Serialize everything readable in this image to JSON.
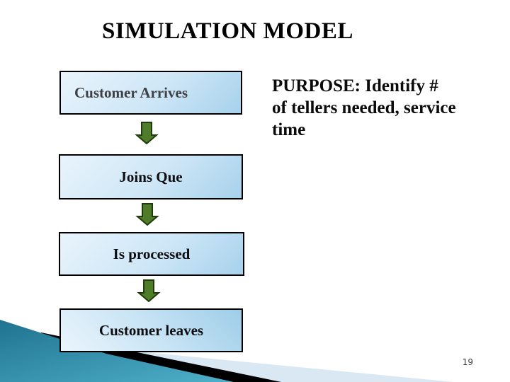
{
  "slide": {
    "title": "SIMULATION MODEL",
    "page_number": "19",
    "purpose": {
      "line1": "PURPOSE: Identify #",
      "line2": "of tellers needed, service",
      "line3": "time"
    },
    "flowchart": {
      "steps": [
        {
          "label": "Customer Arrives"
        },
        {
          "label": "Joins Que"
        },
        {
          "label": "Is processed"
        },
        {
          "label": "Customer leaves"
        }
      ]
    },
    "colors": {
      "box_fill_light": "#e9f4fc",
      "box_fill_dark": "#a7d1ec",
      "box_border": "#000000",
      "box1_text": "#3f3f46",
      "box_text": "#0d0d12",
      "arrow_fill": "#4e7c28",
      "arrow_outline": "#203a0c",
      "teal_wedge_dark": "#1f7390",
      "teal_wedge_light": "#4fb0c9",
      "black_wedge": "#000000",
      "pale_wedge": "#d9e8f3",
      "title_color": "#000000"
    }
  }
}
